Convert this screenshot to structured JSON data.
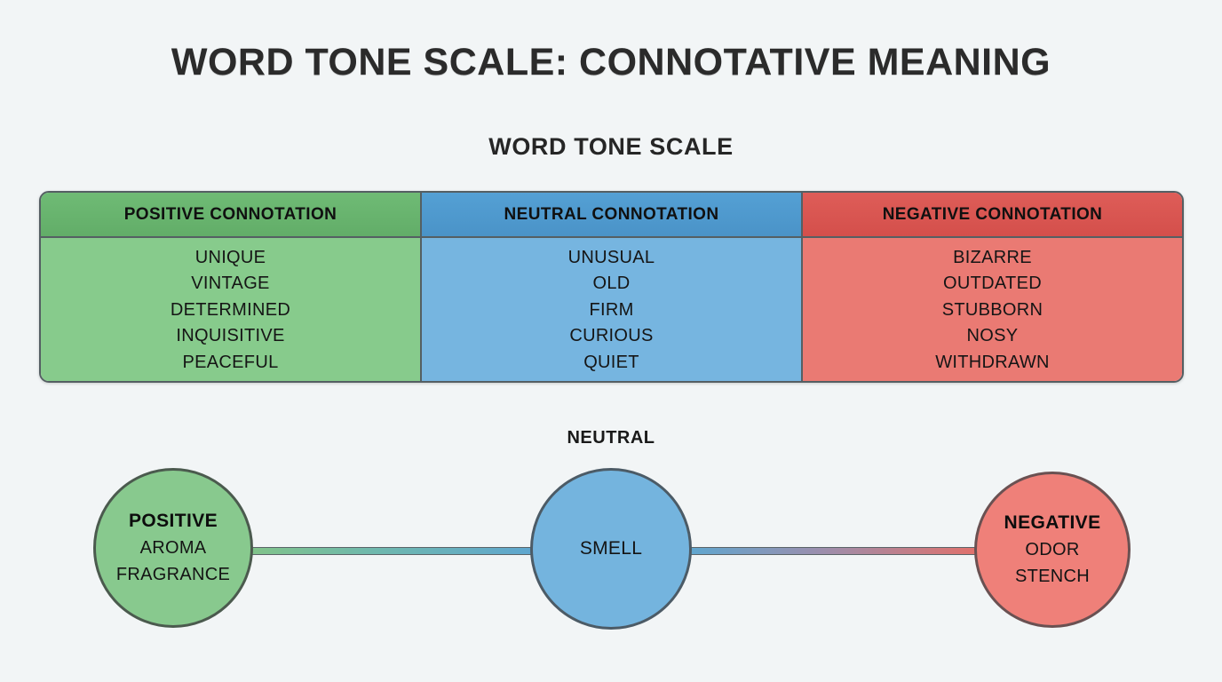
{
  "page": {
    "title": "WORD TONE SCALE: CONNOTATIVE MEANING",
    "section_title": "WORD TONE SCALE",
    "background_color": "#f2f5f6"
  },
  "table": {
    "columns": [
      {
        "header": "POSITIVE CONNOTATION",
        "header_color": "#62ad68",
        "body_color": "#87cb8c",
        "words": [
          "UNIQUE",
          "VINTAGE",
          "DETERMINED",
          "INQUISITIVE",
          "PEACEFUL"
        ]
      },
      {
        "header": "NEUTRAL CONNOTATION",
        "header_color": "#4a93c8",
        "body_color": "#76b5e0",
        "words": [
          "UNUSUAL",
          "OLD",
          "FIRM",
          "CURIOUS",
          "QUIET"
        ]
      },
      {
        "header": "NEGATIVE CONNOTATION",
        "header_color": "#d44f4b",
        "body_color": "#ea7a73",
        "words": [
          "BIZARRE",
          "OUTDATED",
          "STUBBORN",
          "NOSY",
          "WITHDRAWN"
        ]
      }
    ]
  },
  "spectrum": {
    "outer_label": "NEUTRAL",
    "nodes": [
      {
        "title": "POSITIVE",
        "words": [
          "AROMA",
          "FRAGRANCE"
        ],
        "color": "#88c98e",
        "border_color": "#4b5a4e"
      },
      {
        "title": "",
        "words": [
          "SMELL"
        ],
        "color": "#74b4de",
        "border_color": "#4c5b66"
      },
      {
        "title": "NEGATIVE",
        "words": [
          "ODOR",
          "STENCH"
        ],
        "color": "#ef8079",
        "border_color": "#6a5152"
      }
    ]
  }
}
